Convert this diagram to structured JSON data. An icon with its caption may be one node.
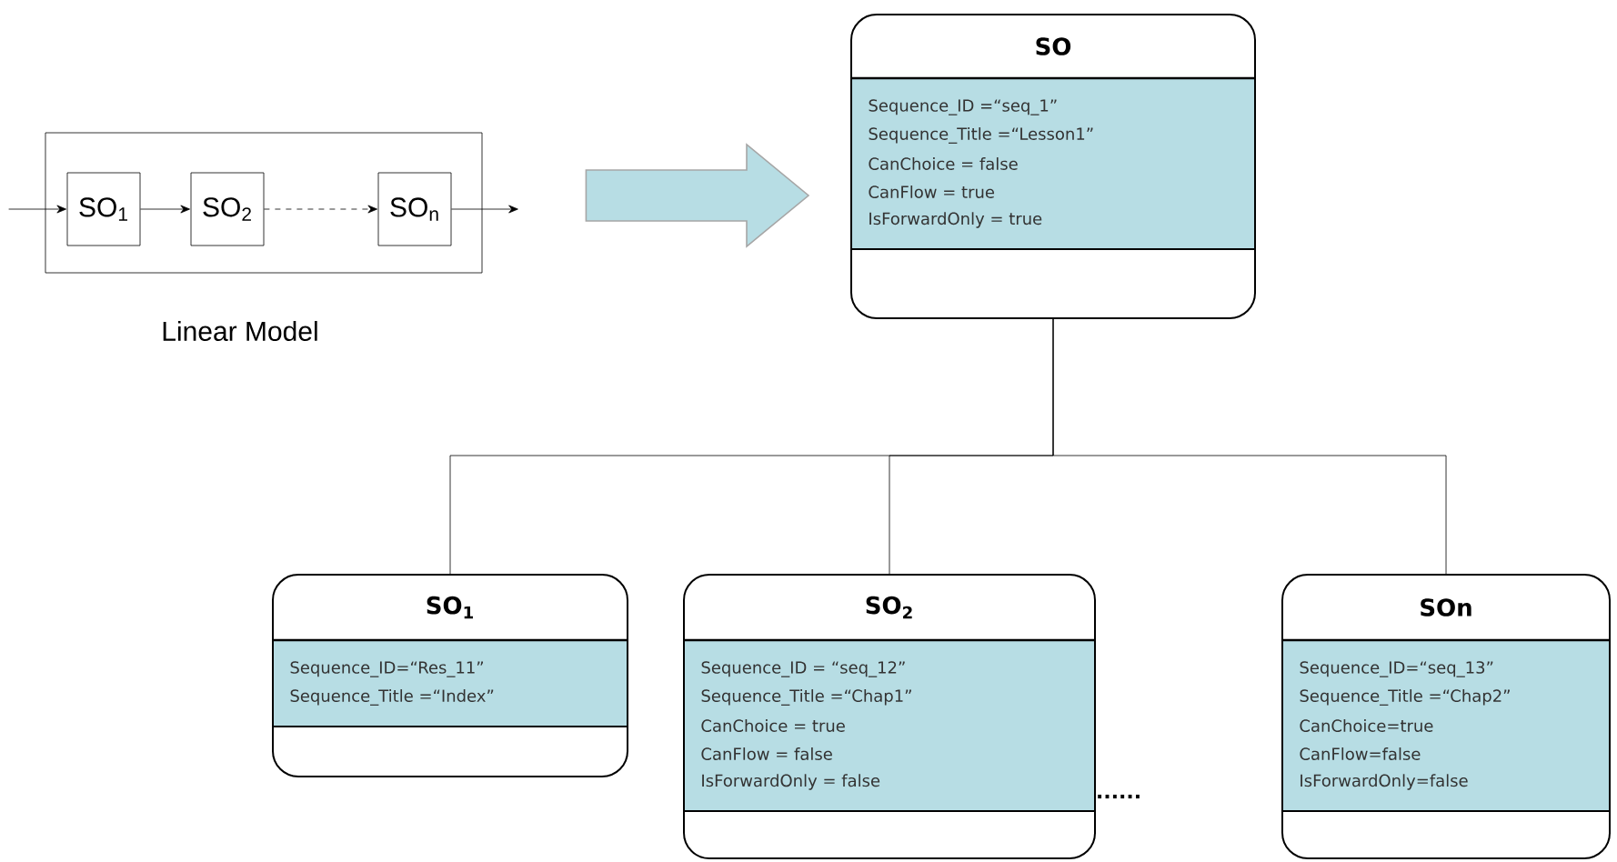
{
  "diagram": {
    "nodes": [
      {
        "text": [
          "Linear Model"
        ]
      },
      {
        "text": [
          "SO$_{1}$"
        ],
        "in": 0
      },
      {
        "text": [
          "SO$_{2}$"
        ],
        "in": 0
      },
      {
        "text": [
          "SO$_{n}$"
        ],
        "in": 0
      },
      {
        "text": [
          "SO",
          "Sequence_ID =“seq_1”",
          "Sequence_Title =“Lesson1”",
          "CanChoice = false",
          "CanFlow = true",
          "IsForwardOnly = true"
        ]
      },
      {
        "text": [
          "SO$_{1}$",
          "Sequence_ID=“Res_11”",
          "Sequence_Title =“Index”"
        ]
      },
      {
        "text": [
          "SO$_{2}$",
          "Sequence_ID = “seq_12”",
          "Sequence_Title =“Chap1”",
          "CanChoice = true",
          "CanFlow = false",
          "IsForwardOnly = false"
        ]
      },
      {
        "text": [
          "SOn",
          "Sequence_ID=“seq_13”",
          "Sequence_Title =“Chap2”",
          "CanChoice=true",
          "CanFlow=false",
          "IsForwardOnly=false"
        ]
      }
    ],
    "edges": [
      {
        "from": null,
        "to": 1,
        "arrow": "to"
      },
      {
        "from": 1,
        "to": 2,
        "arrow": "to"
      },
      {
        "from": 2,
        "to": 3,
        "arrow": "to",
        "style": "dashed"
      },
      {
        "from": 3,
        "to": null,
        "arrow": "to"
      },
      {
        "from": 0,
        "to": 4,
        "arrow": "to",
        "style": "thick",
        "color": "#b7dde4"
      },
      {
        "from": 4,
        "to": 5,
        "arrow": "none"
      },
      {
        "from": 4,
        "to": 6,
        "arrow": "none"
      },
      {
        "from": 4,
        "to": 7,
        "arrow": "none"
      }
    ],
    "labels": [
      "......"
    ]
  }
}
